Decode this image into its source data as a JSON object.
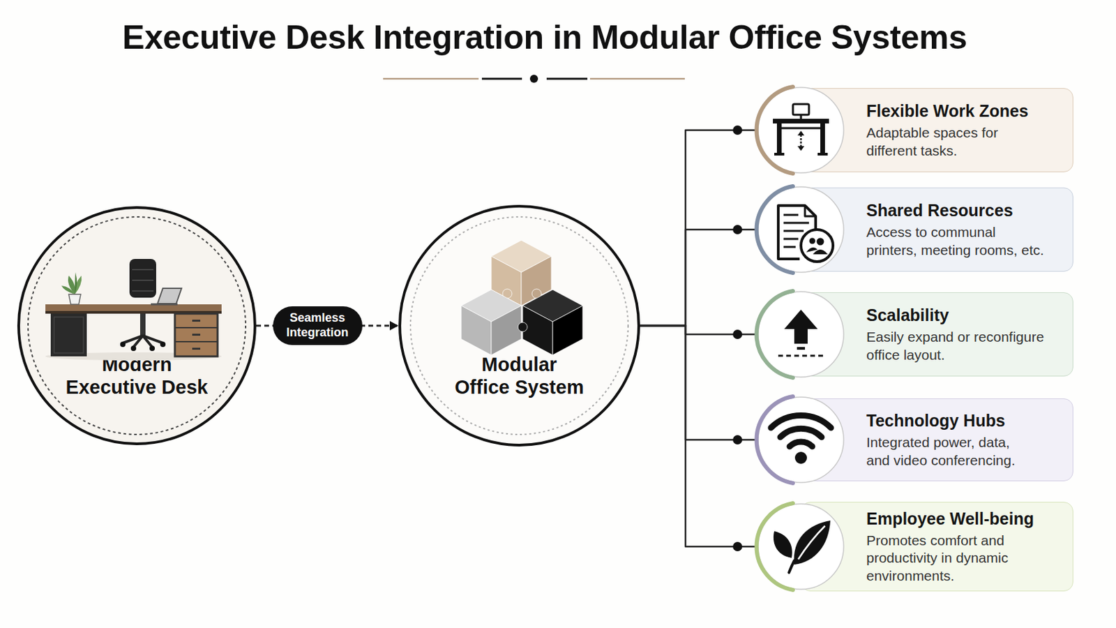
{
  "diagram": {
    "title": "Executive Desk Integration in Modular Office Systems",
    "nodes": [
      {
        "text": [
          "Modern Executive Desk"
        ]
      },
      {
        "text": [
          "Modular Office System"
        ]
      },
      {
        "text": [
          "Flexible Work Zones",
          "Adaptable spaces for different tasks."
        ]
      },
      {
        "text": [
          "Shared Resources",
          "Access to communal printers, meeting rooms, etc."
        ]
      },
      {
        "text": [
          "Scalability",
          "Easily expand or reconfigure office layout."
        ]
      },
      {
        "text": [
          "Technology Hubs",
          "Integrated power, data, and video conferencing."
        ]
      },
      {
        "text": [
          "Employee Well-being",
          "Promotes comfort and productivity in dynamic environments."
        ]
      }
    ],
    "edges": [
      {
        "from": 0,
        "to": 1,
        "arrow": "to",
        "label": "Seamless Integration"
      },
      {
        "from": 1,
        "to": 2,
        "arrow": "none"
      },
      {
        "from": 1,
        "to": 3,
        "arrow": "none"
      },
      {
        "from": 1,
        "to": 4,
        "arrow": "none"
      },
      {
        "from": 1,
        "to": 5,
        "arrow": "none"
      },
      {
        "from": 1,
        "to": 6,
        "arrow": "none"
      }
    ]
  }
}
